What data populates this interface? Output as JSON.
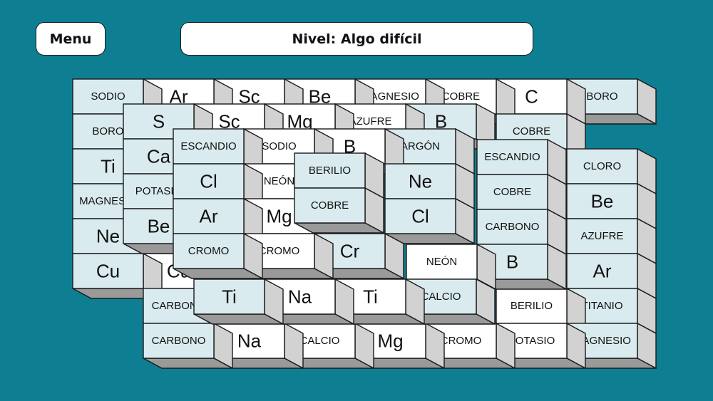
{
  "header": {
    "menu_label": "Menu",
    "level_label": "Nivel: Algo difícil"
  },
  "colors": {
    "background": "#0e7f92",
    "tile_light": "#d9ebee",
    "tile_white": "#ffffff"
  },
  "layers": [
    {
      "tiles": [
        {
          "text": "SODIO",
          "kind": "name",
          "color": "light",
          "col": 0,
          "row": 0
        },
        {
          "text": "Ar",
          "kind": "symbol",
          "color": "white",
          "col": 1,
          "row": 0
        },
        {
          "text": "Sc",
          "kind": "symbol",
          "color": "white",
          "col": 2,
          "row": 0
        },
        {
          "text": "Be",
          "kind": "symbol",
          "color": "white",
          "col": 3,
          "row": 0
        },
        {
          "text": "MAGNESIO",
          "kind": "name",
          "color": "white",
          "col": 4,
          "row": 0
        },
        {
          "text": "COBRE",
          "kind": "name",
          "color": "white",
          "col": 5,
          "row": 0
        },
        {
          "text": "C",
          "kind": "symbol",
          "color": "white",
          "col": 6,
          "row": 0
        },
        {
          "text": "BORO",
          "kind": "name",
          "color": "light",
          "col": 7,
          "row": 0
        },
        {
          "text": "BORO",
          "kind": "name",
          "color": "light",
          "col": 0,
          "row": 1
        },
        {
          "text": "COBRE",
          "kind": "name",
          "color": "light",
          "col": 6,
          "row": 1
        },
        {
          "text": "Ti",
          "kind": "symbol",
          "color": "light",
          "col": 0,
          "row": 2
        },
        {
          "text": "CLORO",
          "kind": "name",
          "color": "light",
          "col": 7,
          "row": 2
        },
        {
          "text": "MAGNESIO",
          "kind": "name",
          "color": "light",
          "col": 0,
          "row": 3
        },
        {
          "text": "Be",
          "kind": "symbol",
          "color": "light",
          "col": 7,
          "row": 3
        },
        {
          "text": "Ne",
          "kind": "symbol",
          "color": "light",
          "col": 0,
          "row": 4
        },
        {
          "text": "AZUFRE",
          "kind": "name",
          "color": "light",
          "col": 7,
          "row": 4
        },
        {
          "text": "Cu",
          "kind": "symbol",
          "color": "light",
          "col": 0,
          "row": 5
        },
        {
          "text": "Cu",
          "kind": "symbol",
          "color": "white",
          "col": 1,
          "row": 5
        },
        {
          "text": "Ar",
          "kind": "symbol",
          "color": "light",
          "col": 7,
          "row": 5
        },
        {
          "text": "CARBONO",
          "kind": "name",
          "color": "light",
          "col": 1,
          "row": 6
        },
        {
          "text": "BERILIO",
          "kind": "name",
          "color": "white",
          "col": 6,
          "row": 6
        },
        {
          "text": "TITANIO",
          "kind": "name",
          "color": "light",
          "col": 7,
          "row": 6
        },
        {
          "text": "CARBONO",
          "kind": "name",
          "color": "light",
          "col": 1,
          "row": 7
        },
        {
          "text": "Na",
          "kind": "symbol",
          "color": "white",
          "col": 2,
          "row": 7
        },
        {
          "text": "CALCIO",
          "kind": "name",
          "color": "white",
          "col": 3,
          "row": 7
        },
        {
          "text": "Mg",
          "kind": "symbol",
          "color": "white",
          "col": 4,
          "row": 7
        },
        {
          "text": "CROMO",
          "kind": "name",
          "color": "white",
          "col": 5,
          "row": 7
        },
        {
          "text": "POTASIO",
          "kind": "name",
          "color": "white",
          "col": 6,
          "row": 7
        },
        {
          "text": "MAGNESIO",
          "kind": "name",
          "color": "light",
          "col": 7,
          "row": 7
        }
      ]
    },
    {
      "tiles": [
        {
          "text": "S",
          "kind": "symbol",
          "color": "light",
          "col": 0,
          "row": 0
        },
        {
          "text": "Sc",
          "kind": "symbol",
          "color": "white",
          "col": 1,
          "row": 0
        },
        {
          "text": "Mg",
          "kind": "symbol",
          "color": "white",
          "col": 2,
          "row": 0
        },
        {
          "text": "AZUFRE",
          "kind": "name",
          "color": "white",
          "col": 3,
          "row": 0
        },
        {
          "text": "B",
          "kind": "symbol",
          "color": "light",
          "col": 4,
          "row": 0
        },
        {
          "text": "Ca",
          "kind": "symbol",
          "color": "light",
          "col": 0,
          "row": 1
        },
        {
          "text": "POTASIO",
          "kind": "name",
          "color": "light",
          "col": 0,
          "row": 2
        },
        {
          "text": "Be",
          "kind": "symbol",
          "color": "light",
          "col": 0,
          "row": 3
        },
        {
          "text": "ESCANDIO",
          "kind": "name",
          "color": "light",
          "col": 5,
          "row": 1
        },
        {
          "text": "COBRE",
          "kind": "name",
          "color": "light",
          "col": 5,
          "row": 2
        },
        {
          "text": "CARBONO",
          "kind": "name",
          "color": "light",
          "col": 5,
          "row": 3
        },
        {
          "text": "NEÓN",
          "kind": "name",
          "color": "white",
          "col": 4,
          "row": 4
        },
        {
          "text": "B",
          "kind": "symbol",
          "color": "light",
          "col": 5,
          "row": 4
        },
        {
          "text": "Ti",
          "kind": "symbol",
          "color": "light",
          "col": 1,
          "row": 5
        },
        {
          "text": "Na",
          "kind": "symbol",
          "color": "white",
          "col": 2,
          "row": 5
        },
        {
          "text": "Ti",
          "kind": "symbol",
          "color": "white",
          "col": 3,
          "row": 5
        },
        {
          "text": "CALCIO",
          "kind": "name",
          "color": "light",
          "col": 4,
          "row": 5
        }
      ]
    },
    {
      "tiles": [
        {
          "text": "ESCANDIO",
          "kind": "name",
          "color": "light",
          "col": 0,
          "row": 0
        },
        {
          "text": "SODIO",
          "kind": "name",
          "color": "white",
          "col": 1,
          "row": 0
        },
        {
          "text": "B",
          "kind": "symbol",
          "color": "white",
          "col": 2,
          "row": 0
        },
        {
          "text": "ARGÓN",
          "kind": "name",
          "color": "light",
          "col": 3,
          "row": 0
        },
        {
          "text": "Cl",
          "kind": "symbol",
          "color": "light",
          "col": 0,
          "row": 1
        },
        {
          "text": "NEÓN",
          "kind": "name",
          "color": "white",
          "col": 1,
          "row": 1
        },
        {
          "text": "Ne",
          "kind": "symbol",
          "color": "light",
          "col": 3,
          "row": 1
        },
        {
          "text": "Ar",
          "kind": "symbol",
          "color": "light",
          "col": 0,
          "row": 2
        },
        {
          "text": "Mg",
          "kind": "symbol",
          "color": "white",
          "col": 1,
          "row": 2
        },
        {
          "text": "Cl",
          "kind": "symbol",
          "color": "light",
          "col": 3,
          "row": 2
        },
        {
          "text": "CROMO",
          "kind": "name",
          "color": "light",
          "col": 0,
          "row": 3
        },
        {
          "text": "CROMO",
          "kind": "name",
          "color": "white",
          "col": 1,
          "row": 3
        },
        {
          "text": "Cr",
          "kind": "symbol",
          "color": "light",
          "col": 2,
          "row": 3
        }
      ]
    },
    {
      "tiles": [
        {
          "text": "BERILIO",
          "kind": "name",
          "color": "light",
          "col": 0,
          "row": 0
        },
        {
          "text": "COBRE",
          "kind": "name",
          "color": "light",
          "col": 0,
          "row": 1
        }
      ]
    }
  ]
}
